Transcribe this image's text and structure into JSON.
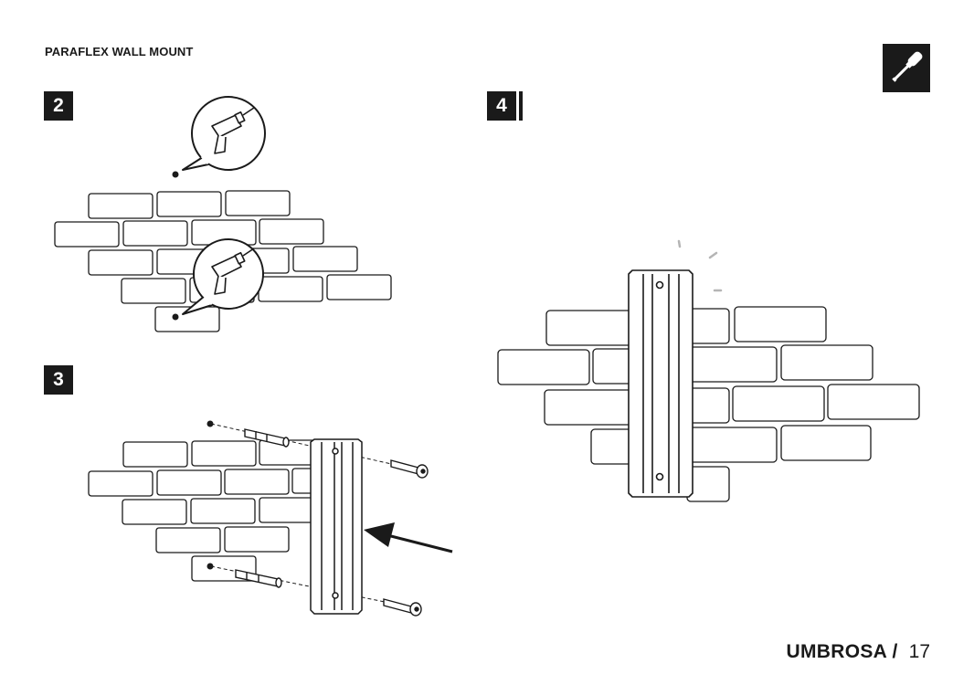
{
  "header": {
    "title": "PARAFLEX WALL MOUNT"
  },
  "tool_icon": {
    "icon": "screwdriver-icon"
  },
  "steps": [
    {
      "number": "2",
      "illustration": "drill-holes-in-brick-wall"
    },
    {
      "number": "3",
      "illustration": "insert-plugs-and-screw-bracket"
    },
    {
      "number": "4",
      "illustration": "bracket-mounted-on-wall"
    }
  ],
  "footer": {
    "brand": "UMBROSA /",
    "page": "17"
  },
  "colors": {
    "ink": "#1a1a1a",
    "paper": "#ffffff"
  }
}
